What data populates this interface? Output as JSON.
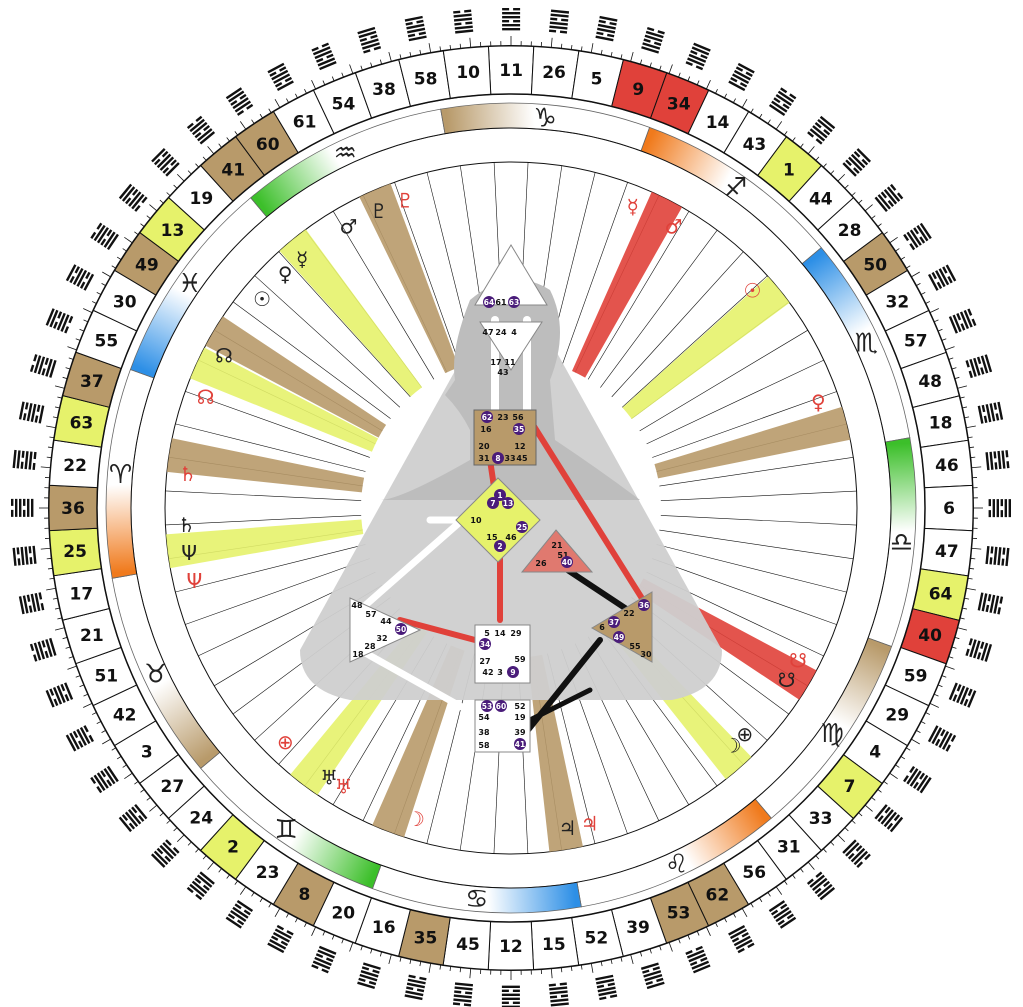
{
  "colors": {
    "brown": "#b89a6a",
    "yellow": "#e6f26b",
    "red": "#e0413a",
    "purple": "#4a1c7a",
    "green": "#3cbf2a",
    "blue": "#2d8fe6",
    "orange": "#f07a1c",
    "body_gray": "#c9c9c9"
  },
  "outer_gates": [
    {
      "num": "11",
      "hl": ""
    },
    {
      "num": "26",
      "hl": ""
    },
    {
      "num": "5",
      "hl": ""
    },
    {
      "num": "9",
      "hl": "red"
    },
    {
      "num": "34",
      "hl": "red"
    },
    {
      "num": "14",
      "hl": ""
    },
    {
      "num": "43",
      "hl": ""
    },
    {
      "num": "1",
      "hl": "yellow"
    },
    {
      "num": "44",
      "hl": ""
    },
    {
      "num": "28",
      "hl": ""
    },
    {
      "num": "50",
      "hl": "brown"
    },
    {
      "num": "32",
      "hl": ""
    },
    {
      "num": "57",
      "hl": ""
    },
    {
      "num": "48",
      "hl": ""
    },
    {
      "num": "18",
      "hl": ""
    },
    {
      "num": "46",
      "hl": ""
    },
    {
      "num": "6",
      "hl": ""
    },
    {
      "num": "47",
      "hl": ""
    },
    {
      "num": "64",
      "hl": "yellow"
    },
    {
      "num": "40",
      "hl": "red"
    },
    {
      "num": "59",
      "hl": ""
    },
    {
      "num": "29",
      "hl": ""
    },
    {
      "num": "4",
      "hl": ""
    },
    {
      "num": "7",
      "hl": "yellow"
    },
    {
      "num": "33",
      "hl": ""
    },
    {
      "num": "31",
      "hl": ""
    },
    {
      "num": "56",
      "hl": ""
    },
    {
      "num": "62",
      "hl": "brown"
    },
    {
      "num": "53",
      "hl": "brown"
    },
    {
      "num": "39",
      "hl": ""
    },
    {
      "num": "52",
      "hl": ""
    },
    {
      "num": "15",
      "hl": ""
    },
    {
      "num": "12",
      "hl": ""
    },
    {
      "num": "45",
      "hl": ""
    },
    {
      "num": "35",
      "hl": "brown"
    },
    {
      "num": "16",
      "hl": ""
    },
    {
      "num": "20",
      "hl": ""
    },
    {
      "num": "8",
      "hl": "brown"
    },
    {
      "num": "23",
      "hl": ""
    },
    {
      "num": "2",
      "hl": "yellow"
    },
    {
      "num": "24",
      "hl": ""
    },
    {
      "num": "27",
      "hl": ""
    },
    {
      "num": "3",
      "hl": ""
    },
    {
      "num": "42",
      "hl": ""
    },
    {
      "num": "51",
      "hl": ""
    },
    {
      "num": "21",
      "hl": ""
    },
    {
      "num": "17",
      "hl": ""
    },
    {
      "num": "25",
      "hl": "yellow"
    },
    {
      "num": "36",
      "hl": "brown"
    },
    {
      "num": "22",
      "hl": ""
    },
    {
      "num": "63",
      "hl": "yellow"
    },
    {
      "num": "37",
      "hl": "brown"
    },
    {
      "num": "55",
      "hl": ""
    },
    {
      "num": "30",
      "hl": ""
    },
    {
      "num": "49",
      "hl": "brown"
    },
    {
      "num": "13",
      "hl": "yellow"
    },
    {
      "num": "19",
      "hl": ""
    },
    {
      "num": "41",
      "hl": "brown"
    },
    {
      "num": "60",
      "hl": "brown"
    },
    {
      "num": "61",
      "hl": ""
    },
    {
      "num": "54",
      "hl": ""
    },
    {
      "num": "38",
      "hl": ""
    },
    {
      "num": "58",
      "hl": ""
    },
    {
      "num": "10",
      "hl": ""
    }
  ],
  "zodiac": [
    {
      "glyph": "♐",
      "color": "orange",
      "start_deg": 0
    },
    {
      "glyph": "♏",
      "color": "blue",
      "start_deg": 30
    },
    {
      "glyph": "♎",
      "color": "green",
      "start_deg": 60
    },
    {
      "glyph": "♍",
      "color": "brown",
      "start_deg": 90
    },
    {
      "glyph": "♌",
      "color": "orange",
      "start_deg": 120
    },
    {
      "glyph": "♋",
      "color": "blue",
      "start_deg": 150
    },
    {
      "glyph": "♊",
      "color": "green",
      "start_deg": 180
    },
    {
      "glyph": "♉",
      "color": "brown",
      "start_deg": 210
    },
    {
      "glyph": "♈",
      "color": "orange",
      "start_deg": 240
    },
    {
      "glyph": "♓",
      "color": "blue",
      "start_deg": 270
    },
    {
      "glyph": "♒",
      "color": "green",
      "start_deg": 300
    },
    {
      "glyph": "♑",
      "color": "brown",
      "start_deg": 330
    }
  ],
  "planets": [
    {
      "glyph": "☿",
      "color": "#e0413a",
      "deg": 22
    },
    {
      "glyph": "♂",
      "color": "#e0413a",
      "deg": 30
    },
    {
      "glyph": "☉",
      "color": "#e0413a",
      "deg": 48
    },
    {
      "glyph": "♀",
      "color": "#e0413a",
      "deg": 71
    },
    {
      "glyph": "☋",
      "color": "#e0413a",
      "deg": 118
    },
    {
      "glyph": "☋",
      "color": "#222222",
      "deg": 122
    },
    {
      "glyph": "☽",
      "color": "#222222",
      "deg": 137
    },
    {
      "glyph": "⊕",
      "color": "#222222",
      "deg": 134
    },
    {
      "glyph": "♃",
      "color": "#e0413a",
      "deg": 166
    },
    {
      "glyph": "♃",
      "color": "#222222",
      "deg": 170
    },
    {
      "glyph": "☽",
      "color": "#e0413a",
      "deg": 197
    },
    {
      "glyph": "♅",
      "color": "#e0413a",
      "deg": 211
    },
    {
      "glyph": "♅",
      "color": "#222222",
      "deg": 214
    },
    {
      "glyph": "⊕",
      "color": "#e0413a",
      "deg": 224
    },
    {
      "glyph": "♄",
      "color": "#222222",
      "deg": 267
    },
    {
      "glyph": "Ψ",
      "color": "#222222",
      "deg": 262
    },
    {
      "glyph": "Ψ",
      "color": "#e0413a",
      "deg": 257
    },
    {
      "glyph": "♄",
      "color": "#e0413a",
      "deg": 276
    },
    {
      "glyph": "☊",
      "color": "#e0413a",
      "deg": 290
    },
    {
      "glyph": "☊",
      "color": "#222222",
      "deg": 298
    },
    {
      "glyph": "☿",
      "color": "#222222",
      "deg": 320
    },
    {
      "glyph": "♀",
      "color": "#222222",
      "deg": 316
    },
    {
      "glyph": "☉",
      "color": "#222222",
      "deg": 310
    },
    {
      "glyph": "♂",
      "color": "#222222",
      "deg": 330
    },
    {
      "glyph": "♇",
      "color": "#222222",
      "deg": 336
    },
    {
      "glyph": "♇",
      "color": "#e0413a",
      "deg": 341
    }
  ],
  "bodygraph": {
    "head_gates": [
      "64",
      "61",
      "63"
    ],
    "ajna_gates": [
      "47",
      "24",
      "4"
    ],
    "throat_top": [
      "17",
      "11",
      "43"
    ],
    "g_center": [
      "1",
      "7",
      "13",
      "10",
      "15",
      "46",
      "2",
      "25"
    ],
    "ego_gates": [
      "21",
      "51",
      "26",
      "40"
    ],
    "sacral_gates": [
      "5",
      "14",
      "29",
      "34",
      "27",
      "59",
      "42",
      "3",
      "9"
    ],
    "root_gates": [
      "53",
      "60",
      "52",
      "54",
      "19",
      "38",
      "39",
      "58",
      "41"
    ],
    "spleen_gates": [
      "48",
      "57",
      "44",
      "50",
      "32",
      "28",
      "18"
    ],
    "solar_gates": [
      "36",
      "22",
      "37",
      "6",
      "49",
      "55",
      "30"
    ],
    "throat_gates": [
      "62",
      "23",
      "56",
      "16",
      "35",
      "20",
      "12",
      "31",
      "8",
      "33",
      "45"
    ]
  }
}
